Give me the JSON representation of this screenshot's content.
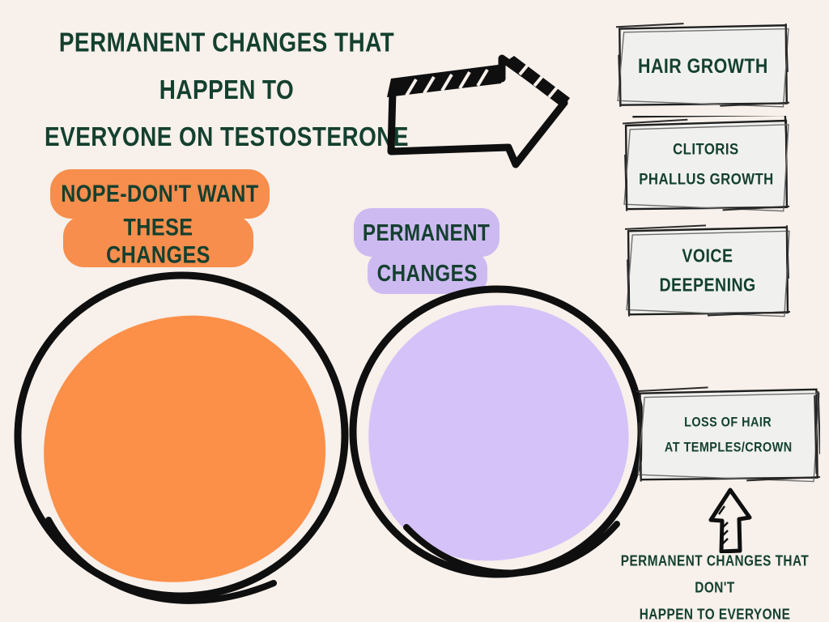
{
  "title": {
    "line1": "PERMANENT CHANGES THAT HAPPEN  TO",
    "line2": "EVERYONE ON TESTOSTERONE"
  },
  "nope_label": {
    "line1": "NOPE-DON'T WANT",
    "line2": "THESE CHANGES"
  },
  "permanent_label": {
    "line1": "PERMANENT",
    "line2": "CHANGES"
  },
  "boxes": {
    "hair_growth": {
      "line1": "HAIR GROWTH"
    },
    "clitoris": {
      "line1": "CLITORIS",
      "line2": "PHALLUS GROWTH"
    },
    "voice": {
      "line1": "VOICE",
      "line2": "DEEPENING"
    },
    "hair_loss": {
      "line1": "LOSS OF HAIR",
      "line2": "AT TEMPLES/CROWN"
    }
  },
  "footnote": {
    "line1": "PERMANENT CHANGES THAT DON'T",
    "line2": "HAPPEN TO EVERYONE"
  },
  "colors": {
    "background": "#F7F0EB",
    "text_green": "#14402F",
    "circle_orange": "#FC9049",
    "label_orange": "#F78E4D",
    "circle_purple": "#D5C2F8",
    "label_purple": "#CDBAF1",
    "box_fill": "#F0F1EE",
    "ink": "#0F0F0F"
  }
}
